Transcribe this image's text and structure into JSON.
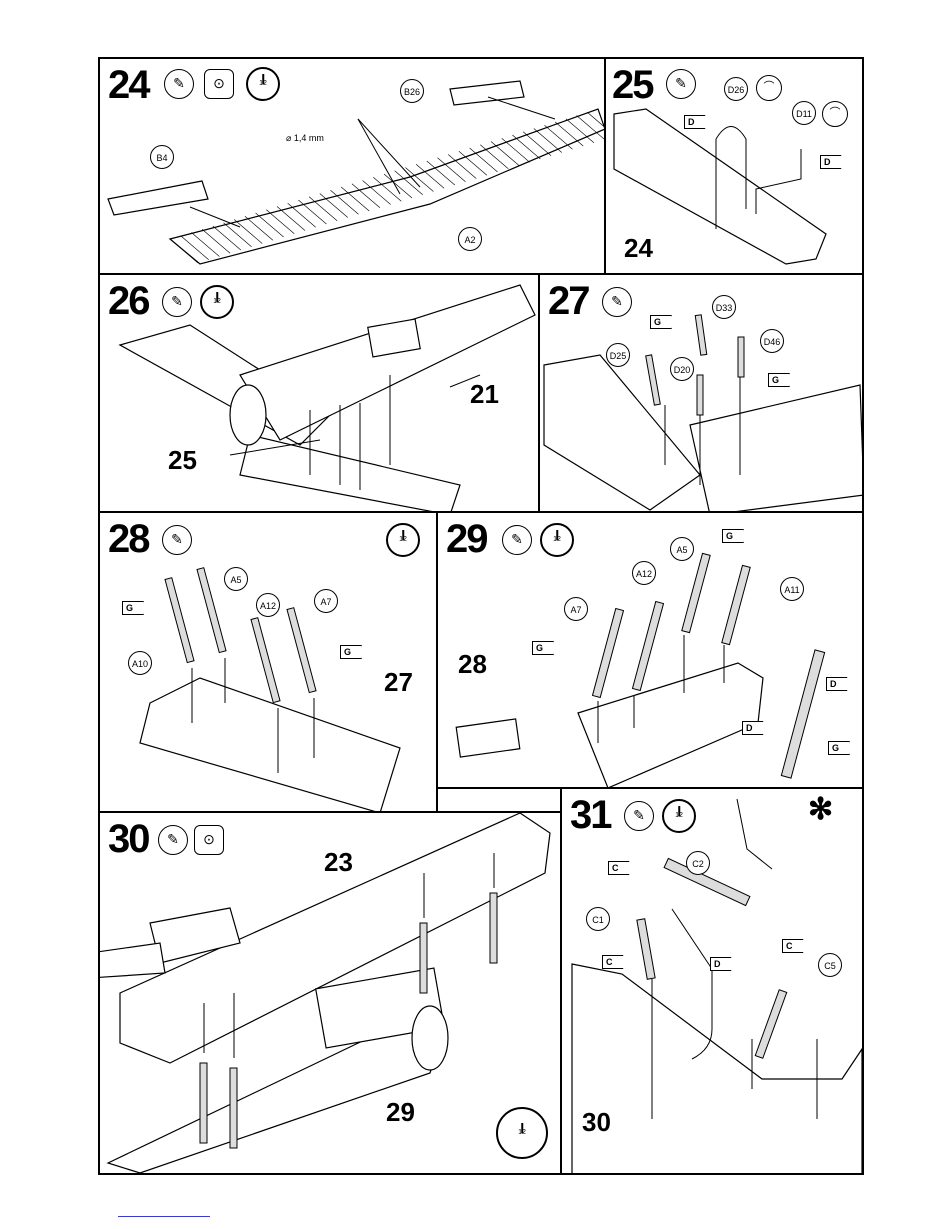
{
  "steps": {
    "s24": {
      "number": "24",
      "callouts": [
        "B26",
        "B4",
        "A2"
      ],
      "drill": "1,4 mm"
    },
    "s25": {
      "number": "25",
      "callouts": [
        "D26",
        "D11"
      ],
      "flags": [
        "D",
        "D"
      ],
      "ref": "24"
    },
    "s26": {
      "number": "26",
      "refs": [
        "21",
        "25"
      ]
    },
    "s27": {
      "number": "27",
      "callouts": [
        "D33",
        "D25",
        "D20",
        "D46"
      ],
      "flags": [
        "G",
        "G"
      ]
    },
    "s28": {
      "number": "28",
      "callouts": [
        "A5",
        "A12",
        "A7",
        "A10"
      ],
      "flags": [
        "G",
        "G"
      ],
      "ref": "27"
    },
    "s29": {
      "number": "29",
      "callouts": [
        "A5",
        "A12",
        "A7",
        "A11"
      ],
      "flags": [
        "G",
        "G",
        "D",
        "D",
        "G"
      ],
      "ref": "28"
    },
    "s30": {
      "number": "30",
      "refs": [
        "23",
        "29"
      ]
    },
    "s31": {
      "number": "31",
      "callouts": [
        "C2",
        "C1",
        "C5"
      ],
      "flags": [
        "C",
        "C",
        "C",
        "D",
        "D"
      ],
      "ref": "30",
      "symbol": "✻"
    }
  },
  "icons": {
    "glue": "glue-icon",
    "paint": "paint-icon",
    "clock": "drying-clock-icon",
    "decal": "decal-bend-icon"
  },
  "clock_face": "12"
}
